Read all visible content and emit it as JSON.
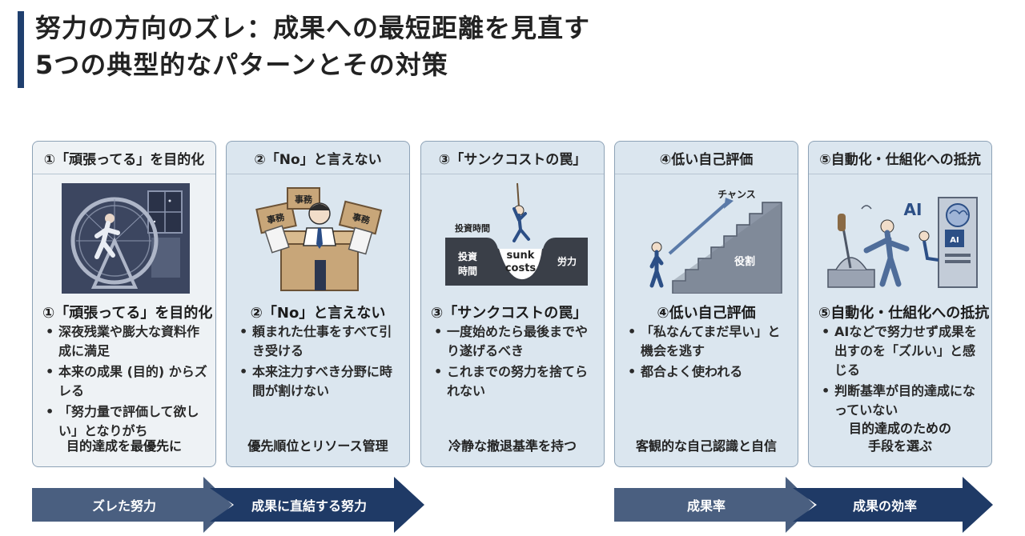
{
  "title": {
    "line1": "努力の方向のズレ：成果への最短距離を見直す",
    "line2": "5つの典型的なパターンとその対策"
  },
  "cards": [
    {
      "header": "①「頑張ってる」を目的化",
      "subtitle": "①「頑張ってる」を目的化",
      "bullets": [
        "深夜残業や膨大な資料作成に満足",
        "本来の成果 (目的) からズレる",
        "「努力量で評価して欲しい」となりがち"
      ],
      "footer": "目的達成を最優先に"
    },
    {
      "header": "②「No」と言えない",
      "subtitle": "②「No」と言えない",
      "illus_labels": [
        "事務",
        "事務",
        "事務"
      ],
      "bullets": [
        "頼まれた仕事をすべて引き受ける",
        "本来注力すべき分野に時間が割けない"
      ],
      "footer": "優先順位とリソース管理"
    },
    {
      "header": "③「サンクコストの罠」",
      "subtitle": "③「サンクコストの罠」",
      "illus_labels": [
        "投資時間",
        "投資",
        "時間",
        "sunk",
        "costs",
        "労力"
      ],
      "bullets": [
        "一度始めたら最後までやり遂げるべき",
        "これまでの努力を捨てられない"
      ],
      "footer": "冷静な撤退基準を持つ"
    },
    {
      "header": "④低い自己評価",
      "subtitle": "④低い自己評価",
      "illus_labels": [
        "チャンス",
        "役割"
      ],
      "bullets": [
        "「私なんてまだ早い」と機会を逃す",
        "都合よく使われる"
      ],
      "footer": "客観的な自己認識と自信"
    },
    {
      "header": "⑤自動化・仕組化への抵抗",
      "subtitle": "⑤自動化・仕組化への抵抗",
      "illus_labels": [
        "AI",
        "AI"
      ],
      "bullets": [
        "AIなどで努力せず成果を出すのを「ズルい」と感じる",
        "判断基準が目的達成になっていない"
      ],
      "footer_line1": "目的達成のための",
      "footer_line2": "手段を選ぶ"
    }
  ],
  "arrows": [
    {
      "label": "ズレた努力",
      "color": "#4a5f80"
    },
    {
      "label": "成果に直結する努力",
      "color": "#1f3a66"
    },
    {
      "label": "成果率",
      "color": "#4a5f80"
    },
    {
      "label": "成果の効率",
      "color": "#1f3a66"
    }
  ]
}
